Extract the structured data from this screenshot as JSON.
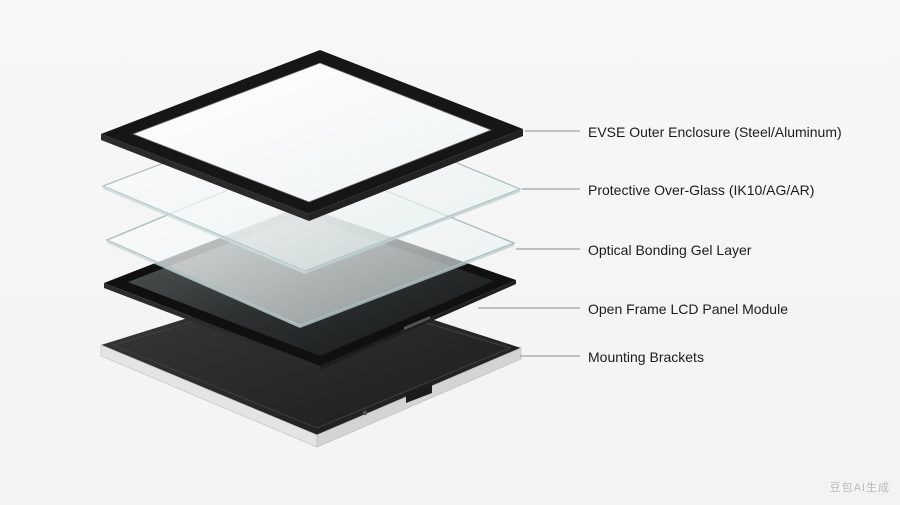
{
  "diagram": {
    "layers": [
      {
        "name": "EVSE Outer Enclosure (Steel/Aluminum)"
      },
      {
        "name": "Protective Over-Glass (IK10/AG/AR)"
      },
      {
        "name": "Optical Bonding Gel Layer"
      },
      {
        "name": "Open Frame LCD Panel Module"
      },
      {
        "name": "Mounting Brackets"
      }
    ],
    "colors": {
      "frame": "#151515",
      "glass": "#e9f2f2",
      "panel": "#2a2a2a",
      "tray_edge": "#d8d8d8",
      "leader": "#8a8a8a",
      "label": "#1c1c1c"
    },
    "watermark": "豆包AI生成"
  }
}
